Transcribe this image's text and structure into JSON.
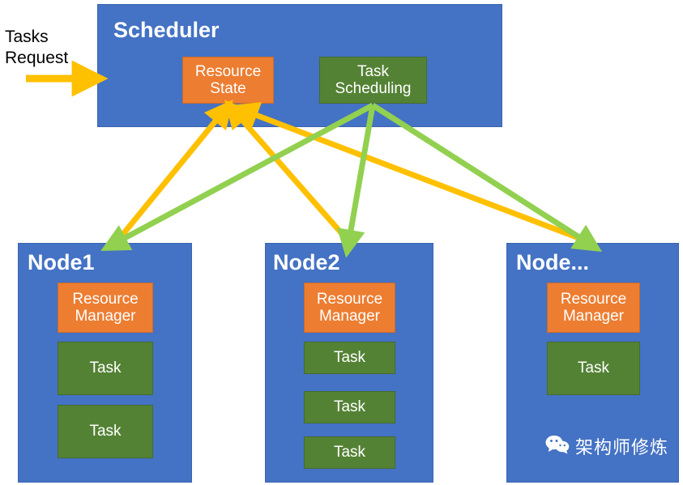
{
  "diagram": {
    "title_text": "Tasks\nRequest",
    "colors": {
      "container_blue": "#4472C4",
      "resource_orange": "#ED7D31",
      "task_green": "#548235",
      "arrow_yellow": "#FFC000",
      "arrow_green": "#92D050",
      "background": "#FFFFFF",
      "text_white": "#FFFFFF",
      "text_black": "#000000"
    },
    "external_label": {
      "line1": "Tasks",
      "line2": "Request",
      "full": "Tasks\nRequest"
    },
    "scheduler": {
      "title": "Scheduler",
      "components": [
        {
          "label": "Resource\nState",
          "kind": "resource-state",
          "color": "#ED7D31"
        },
        {
          "label": "Task\nScheduling",
          "kind": "task-scheduling",
          "color": "#548235"
        }
      ]
    },
    "nodes": [
      {
        "title": "Node1",
        "resource_manager": "Resource\nManager",
        "tasks": [
          "Task",
          "Task"
        ]
      },
      {
        "title": "Node2",
        "resource_manager": "Resource\nManager",
        "tasks": [
          "Task",
          "Task",
          "Task"
        ]
      },
      {
        "title": "Node...",
        "resource_manager": "Resource\nManager",
        "tasks": [
          "Task"
        ]
      }
    ],
    "watermark": {
      "icon": "wechat-icon",
      "text": "架构师修炼"
    },
    "arrows": [
      {
        "name": "tasks-request-inbound",
        "color": "#FFC000",
        "from": "Tasks Request",
        "to": "Scheduler"
      },
      {
        "name": "node1-to-resource-state",
        "color": "#FFC000",
        "from": "Node1",
        "to": "Resource State"
      },
      {
        "name": "node2-to-resource-state",
        "color": "#FFC000",
        "from": "Node2",
        "to": "Resource State"
      },
      {
        "name": "node3-to-resource-state",
        "color": "#FFC000",
        "from": "Node...",
        "to": "Resource State"
      },
      {
        "name": "resource-state-to-node1",
        "color": "#FFC000",
        "from": "Resource State",
        "to": "Node1"
      },
      {
        "name": "resource-state-to-node2",
        "color": "#FFC000",
        "from": "Resource State",
        "to": "Node2"
      },
      {
        "name": "resource-state-to-node3",
        "color": "#FFC000",
        "from": "Resource State",
        "to": "Node..."
      },
      {
        "name": "task-scheduling-to-node1",
        "color": "#92D050",
        "from": "Task Scheduling",
        "to": "Node1"
      },
      {
        "name": "task-scheduling-to-node2",
        "color": "#92D050",
        "from": "Task Scheduling",
        "to": "Node2"
      },
      {
        "name": "task-scheduling-to-node3",
        "color": "#92D050",
        "from": "Task Scheduling",
        "to": "Node..."
      }
    ]
  }
}
